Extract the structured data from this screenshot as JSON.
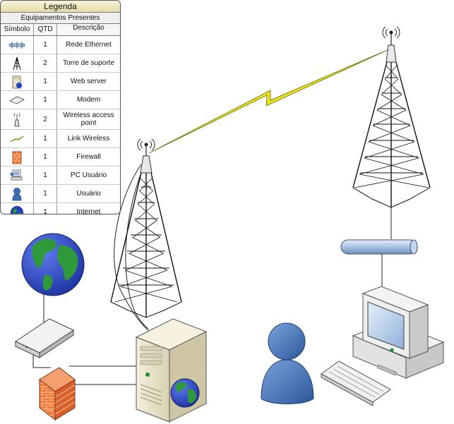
{
  "legend": {
    "title": "Legenda",
    "subtitle": "Equipamentos Presentes",
    "headers": {
      "symbol": "Símbolo",
      "qty": "QTD",
      "description": "Descrição"
    },
    "rows": [
      {
        "icon": "ethernet-bus-icon",
        "qty": "1",
        "description": "Rede Ethernet"
      },
      {
        "icon": "support-tower-icon",
        "qty": "2",
        "description": "Torre de suporte"
      },
      {
        "icon": "web-server-icon",
        "qty": "1",
        "description": "Web server"
      },
      {
        "icon": "modem-icon",
        "qty": "1",
        "description": "Modem"
      },
      {
        "icon": "wireless-access-point-icon",
        "qty": "2",
        "description": "Wireless access point"
      },
      {
        "icon": "wireless-link-icon",
        "qty": "1",
        "description": "Link Wireless"
      },
      {
        "icon": "firewall-icon",
        "qty": "1",
        "description": "Firewall"
      },
      {
        "icon": "user-pc-icon",
        "qty": "1",
        "description": "PC Usuário"
      },
      {
        "icon": "user-icon",
        "qty": "1",
        "description": "Usuário"
      },
      {
        "icon": "internet-globe-icon",
        "qty": "1",
        "description": "Internet"
      }
    ]
  },
  "colors": {
    "link": "#e8e21c",
    "globe_ocean": "#1f3fc8",
    "globe_land": "#2f9a3a",
    "firewall": "#f07a3a",
    "user_figure": "#3f6fb8",
    "ethernet_bus": "#a9c2e0",
    "server_body": "#e9e2c7"
  }
}
